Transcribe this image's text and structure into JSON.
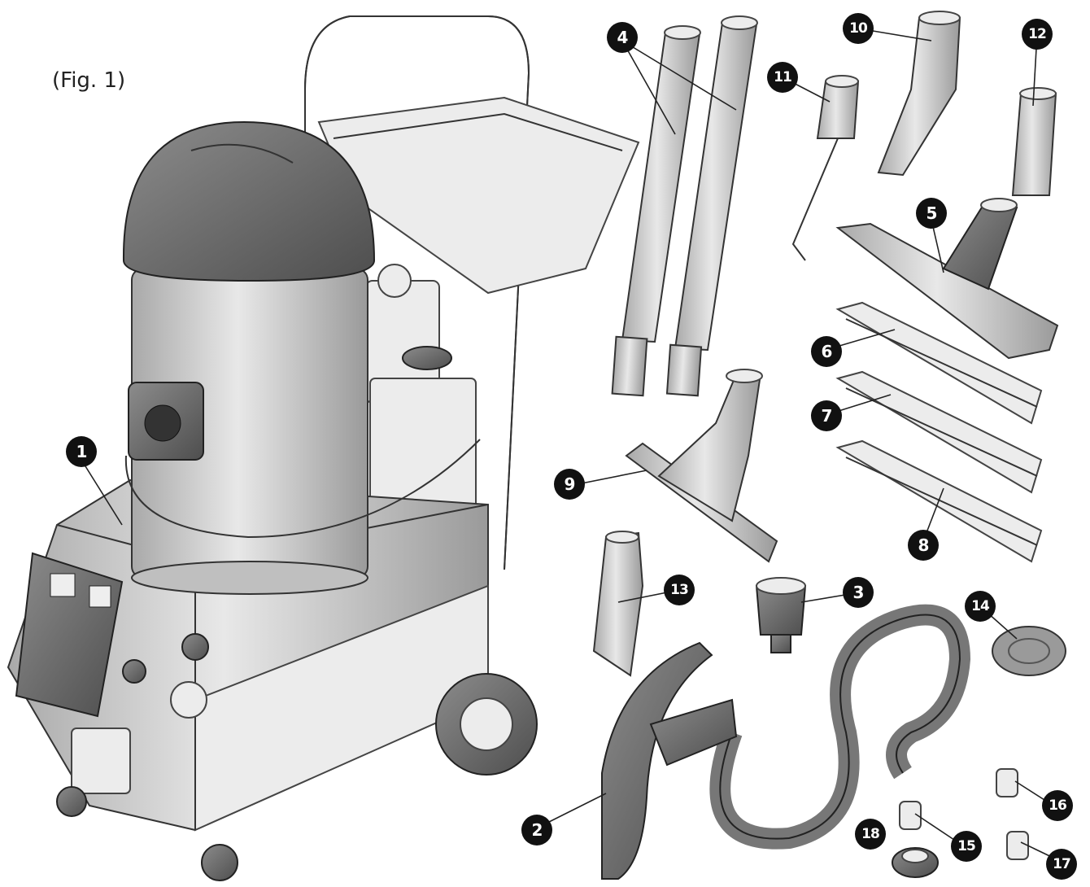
{
  "figure_label": "(Fig. 1)",
  "callouts": [
    {
      "id": "c1",
      "text": "1"
    },
    {
      "id": "c2",
      "text": "2"
    },
    {
      "id": "c3",
      "text": "3"
    },
    {
      "id": "c4",
      "text": "4"
    },
    {
      "id": "c5",
      "text": "5"
    },
    {
      "id": "c6",
      "text": "6"
    },
    {
      "id": "c7",
      "text": "7"
    },
    {
      "id": "c8",
      "text": "8"
    },
    {
      "id": "c9",
      "text": "9"
    },
    {
      "id": "c10",
      "text": "10"
    },
    {
      "id": "c11",
      "text": "11"
    },
    {
      "id": "c12",
      "text": "12"
    },
    {
      "id": "c13",
      "text": "13"
    },
    {
      "id": "c14",
      "text": "14"
    },
    {
      "id": "c15",
      "text": "15"
    },
    {
      "id": "c16",
      "text": "16"
    },
    {
      "id": "c17",
      "text": "17"
    },
    {
      "id": "c18",
      "text": "18"
    }
  ],
  "colors": {
    "ink": "#111111",
    "metal": "#c8c8c8",
    "dark": "#6e6e6e",
    "background": "#ffffff"
  }
}
